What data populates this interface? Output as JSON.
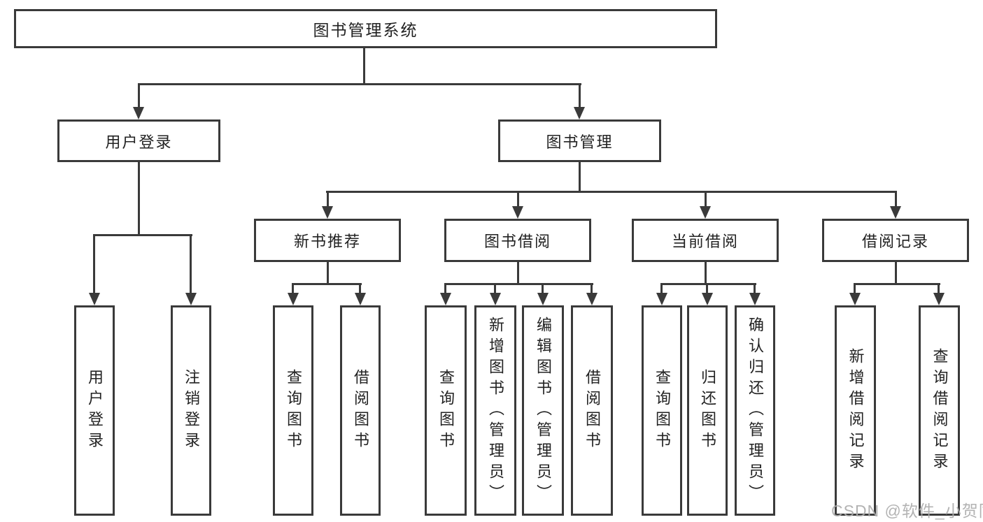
{
  "tree": {
    "root": {
      "label": "图书管理系统"
    },
    "branches": [
      {
        "label": "用户登录",
        "children": [
          {
            "label": "用户登录"
          },
          {
            "label": "注销登录"
          }
        ]
      },
      {
        "label": "图书管理",
        "children": [
          {
            "label": "新书推荐",
            "children": [
              {
                "label": "查询图书"
              },
              {
                "label": "借阅图书"
              }
            ]
          },
          {
            "label": "图书借阅",
            "children": [
              {
                "label": "查询图书"
              },
              {
                "label": "新增图书（管理员）"
              },
              {
                "label": "编辑图书（管理员）"
              },
              {
                "label": "借阅图书"
              }
            ]
          },
          {
            "label": "当前借阅",
            "children": [
              {
                "label": "查询图书"
              },
              {
                "label": "归还图书"
              },
              {
                "label": "确认归还（管理员）"
              }
            ]
          },
          {
            "label": "借阅记录",
            "children": [
              {
                "label": "新增借阅记录"
              },
              {
                "label": "查询借阅记录"
              }
            ]
          }
        ]
      }
    ]
  },
  "watermark": {
    "text": "CSDN @软件_小贺同学"
  },
  "colors": {
    "line": "#3a3a3a",
    "text": "#222222",
    "background": "#ffffff",
    "watermark": "#acacac"
  }
}
